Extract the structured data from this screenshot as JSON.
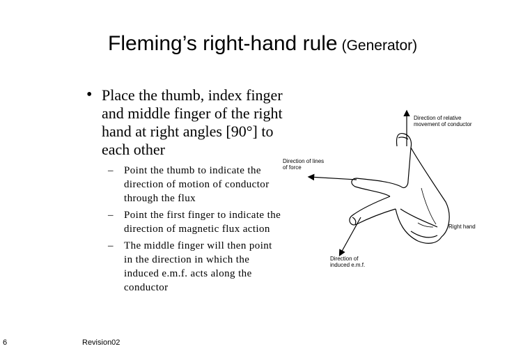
{
  "slide": {
    "title": "Fleming’s right-hand rule",
    "title_sub": "(Generator)",
    "main_bullet": "Place the thumb, index finger and middle finger of the right hand at right angles [90°] to each other",
    "sub_bullets": [
      "Point the thumb to indicate the direction of motion of conductor through the flux",
      "Point the first finger to indicate the direction of magnetic flux action",
      "The middle finger will then point in the direction in which the induced e.m.f. acts along the conductor"
    ],
    "page_number": "6",
    "footer": "Revision02"
  },
  "diagram": {
    "label_motion_line1": "Direction of relative",
    "label_motion_line2": "movement of conductor",
    "label_force_line1": "Direction of lines",
    "label_force_line2": "of force",
    "label_hand": "Right hand",
    "label_emf_line1": "Direction of",
    "label_emf_line2": "induced e.m.f."
  }
}
